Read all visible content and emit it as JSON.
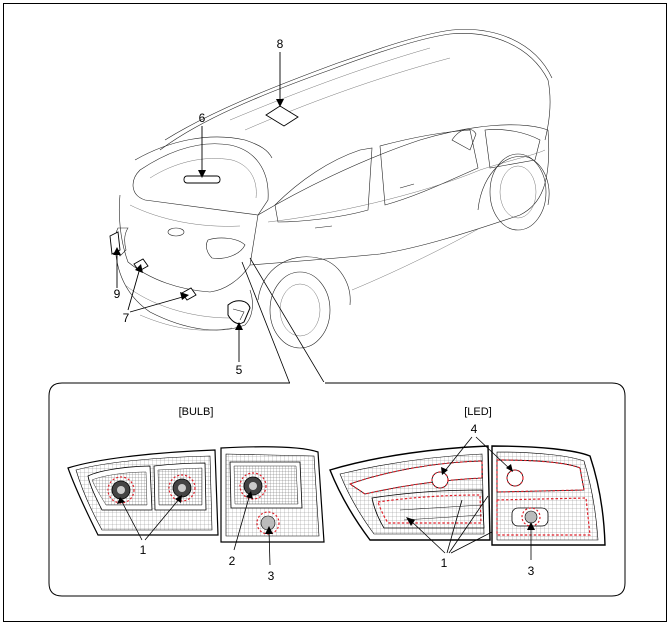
{
  "captions": {
    "bulb": "[BULB]",
    "led": "[LED]"
  },
  "callouts": {
    "c8": "8",
    "c6": "6",
    "c9": "9",
    "c7": "7",
    "c5": "5",
    "bulb_1": "1",
    "bulb_2": "2",
    "bulb_3": "3",
    "led_4": "4",
    "led_1": "1",
    "led_3": "3"
  },
  "colors": {
    "outline": "#000000",
    "highlight_dash": "#e0202a",
    "lens_fill": "#d9d9d9"
  }
}
